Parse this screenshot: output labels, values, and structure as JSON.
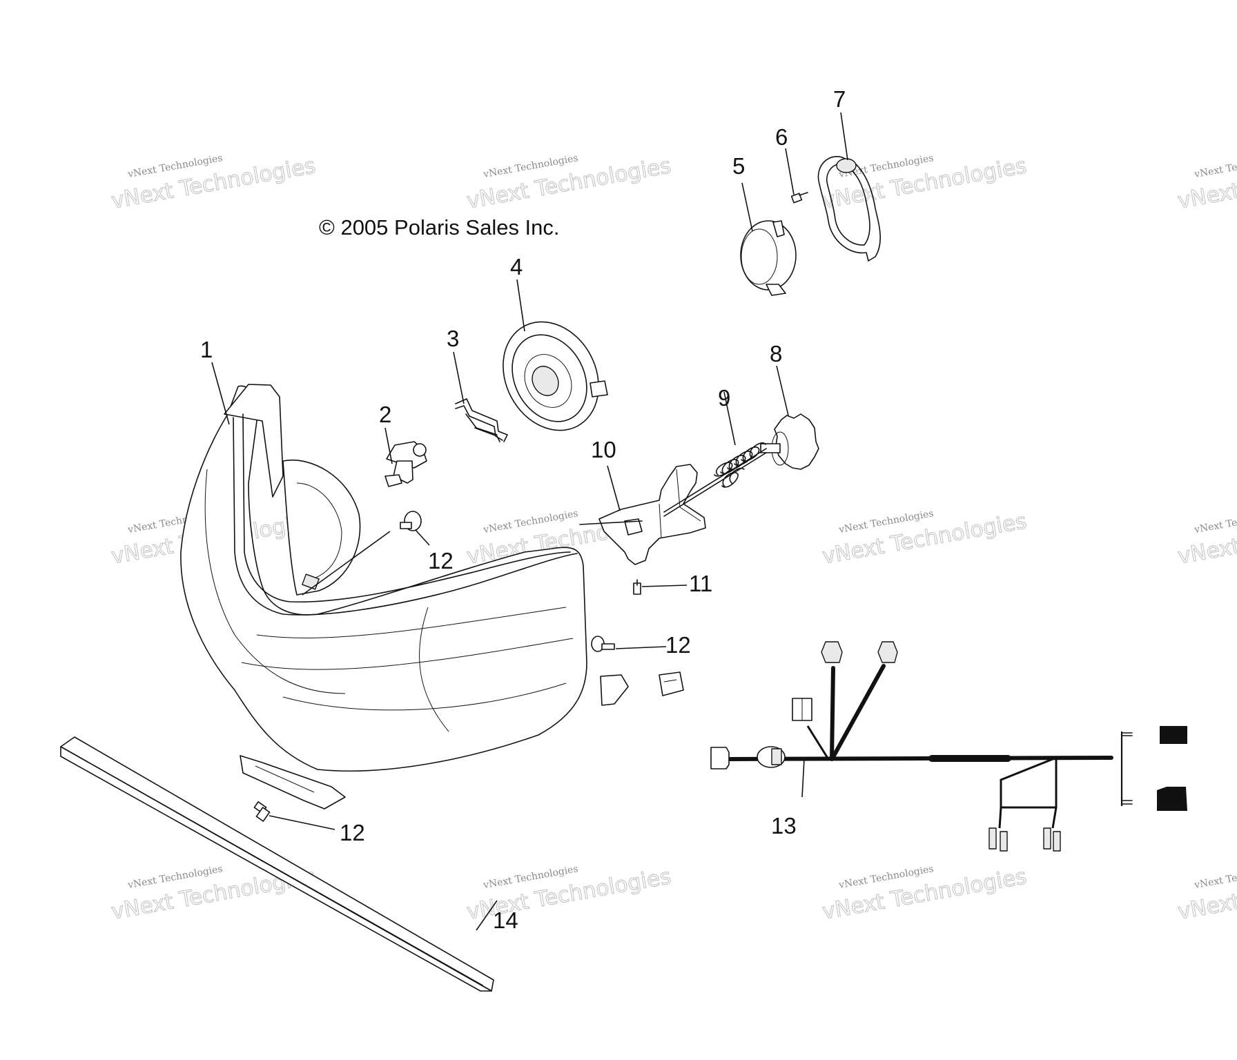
{
  "copyright": "© 2005 Polaris Sales Inc.",
  "watermark": {
    "line_small": "vNext Technologies",
    "line_big": "vNext Technologies"
  },
  "callouts": {
    "c1": "1",
    "c2": "2",
    "c3": "3",
    "c4": "4",
    "c5": "5",
    "c6": "6",
    "c7": "7",
    "c8": "8",
    "c9": "9",
    "c10": "10",
    "c11": "11",
    "c12a": "12",
    "c12b": "12",
    "c12c": "12",
    "c13": "13",
    "c14": "14"
  },
  "parts": [
    {
      "ref": "1",
      "name": "headlight-housing"
    },
    {
      "ref": "2",
      "name": "headlight-bulb"
    },
    {
      "ref": "3",
      "name": "bulb-retaining-clip"
    },
    {
      "ref": "4",
      "name": "bulb-boot-cover"
    },
    {
      "ref": "5",
      "name": "position-lamp"
    },
    {
      "ref": "6",
      "name": "lamp-screw"
    },
    {
      "ref": "7",
      "name": "lamp-gasket"
    },
    {
      "ref": "8",
      "name": "adjuster-knob"
    },
    {
      "ref": "9",
      "name": "adjuster-spring"
    },
    {
      "ref": "10",
      "name": "adjuster-bracket"
    },
    {
      "ref": "11",
      "name": "bracket-screw"
    },
    {
      "ref": "12",
      "name": "mounting-screw"
    },
    {
      "ref": "13",
      "name": "wiring-harness"
    },
    {
      "ref": "14",
      "name": "foam-strip"
    }
  ],
  "colors": {
    "line": "#111111",
    "background": "#ffffff",
    "watermark": "#bdbdbd"
  }
}
